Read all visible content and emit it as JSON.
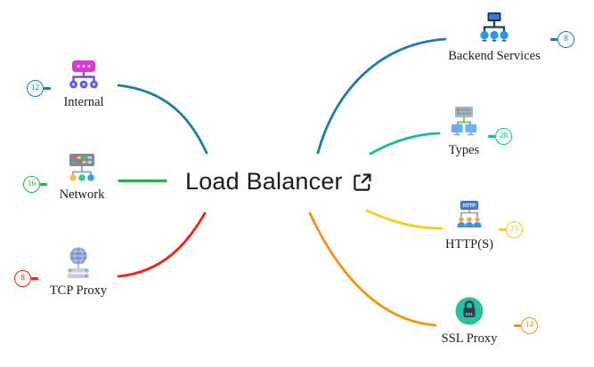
{
  "center": {
    "label": "Load Balancer",
    "icon": "external-link-icon"
  },
  "nodes": [
    {
      "label": "Internal",
      "count": "12",
      "side": "left",
      "color": "#1b7f9e",
      "icon": "internal-network-icon"
    },
    {
      "label": "Network",
      "count": "16",
      "side": "left",
      "color": "#23b24a",
      "icon": "network-switch-icon"
    },
    {
      "label": "TCP Proxy",
      "count": "8",
      "side": "left",
      "color": "#f3230e",
      "icon": "tcp-proxy-globe-icon"
    },
    {
      "label": "Backend Services",
      "count": "8",
      "side": "right",
      "color": "#1b7f9e",
      "icon": "backend-services-icon"
    },
    {
      "label": "Types",
      "count": "28",
      "side": "right",
      "color": "#17bd9b",
      "icon": "server-monitors-icon"
    },
    {
      "label": "HTTP(S)",
      "count": "15",
      "side": "right",
      "color": "#f8cf0b",
      "icon": "http-users-icon"
    },
    {
      "label": "SSL Proxy",
      "count": "14",
      "side": "right",
      "color": "#f7920f",
      "icon": "ssl-lock-icon"
    }
  ]
}
